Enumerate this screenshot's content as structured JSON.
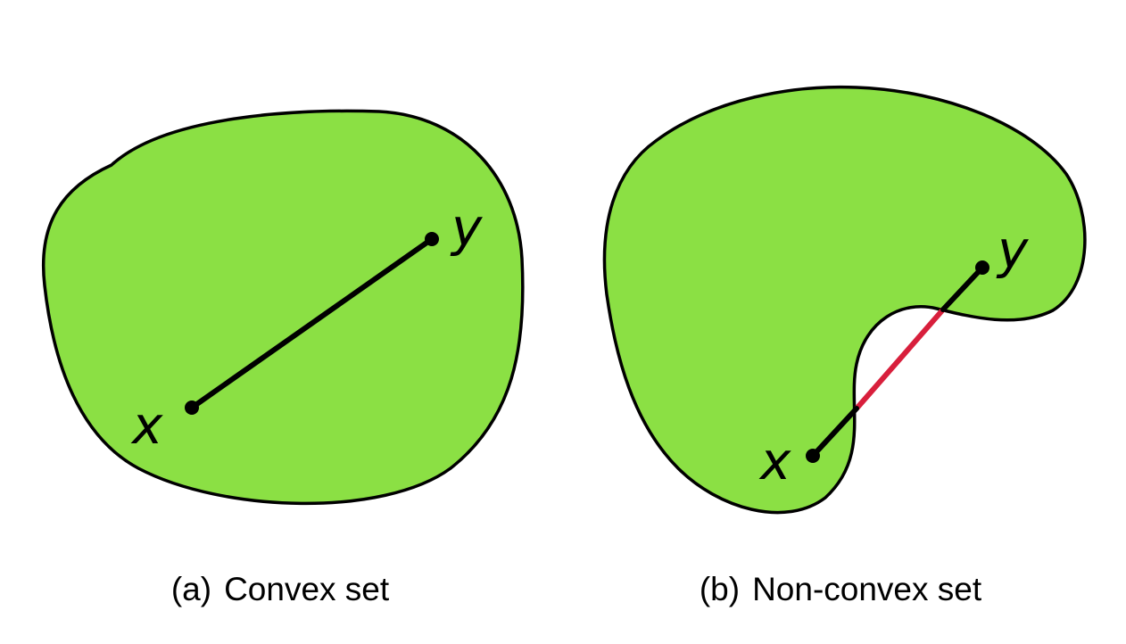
{
  "colors": {
    "set_fill": "#8be044",
    "outline": "#000000",
    "segment_inside": "#000000",
    "segment_outside": "#d81f3c"
  },
  "panels": [
    {
      "id": "a",
      "point_x_label": "x",
      "point_y_label": "y",
      "caption_tag": "(a)",
      "caption_text": "Convex set"
    },
    {
      "id": "b",
      "point_x_label": "x",
      "point_y_label": "y",
      "caption_tag": "(b)",
      "caption_text": "Non-convex set"
    }
  ]
}
